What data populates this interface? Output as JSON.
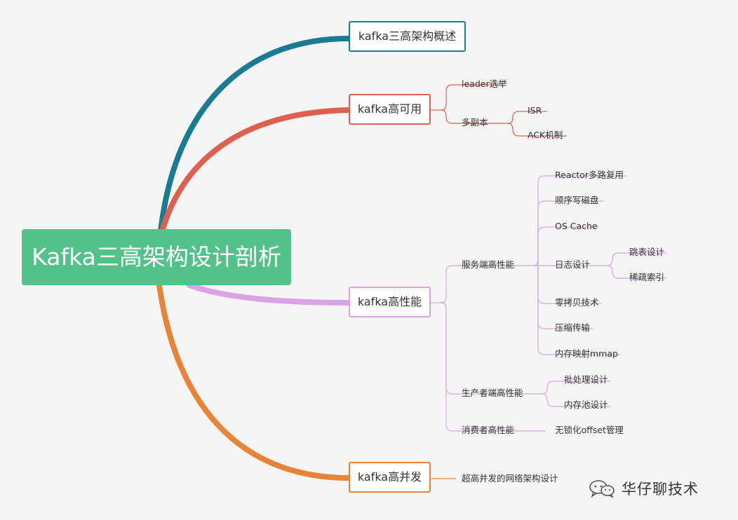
{
  "central": {
    "label": "Kafka三高架构设计剖析",
    "color": "#52c28a"
  },
  "branches": [
    {
      "label": "kafka三高架构概述",
      "color": "#1a7c92"
    },
    {
      "label": "kafka高可用",
      "color": "#e0604f"
    },
    {
      "label": "kafka高性能",
      "color": "#d9a3e6"
    },
    {
      "label": "kafka高并发",
      "color": "#e8843a"
    }
  ],
  "availability": {
    "leader": "leader选举",
    "replicas": "多副本",
    "isr": "ISR",
    "ack": "ACK机制"
  },
  "performance": {
    "server": {
      "label": "服务端高性能",
      "items": {
        "reactor": "Reactor多路复用",
        "sequential": "顺序写磁盘",
        "oscache": "OS Cache",
        "log": "日志设计",
        "zerocopy": "零拷贝技术",
        "compress": "压缩传输",
        "mmap": "内存映射mmap"
      },
      "log_children": {
        "skiplist": "跳表设计",
        "sparse_index": "稀疏索引"
      }
    },
    "producer": {
      "label": "生产者端高性能",
      "batch": "批处理设计",
      "pool": "内存池设计"
    },
    "consumer": {
      "label": "消费者高性能",
      "offset": "无锁化offset管理"
    }
  },
  "concurrency": {
    "network": "超高并发的网络架构设计"
  },
  "watermark": {
    "text": "华仔聊技术"
  }
}
